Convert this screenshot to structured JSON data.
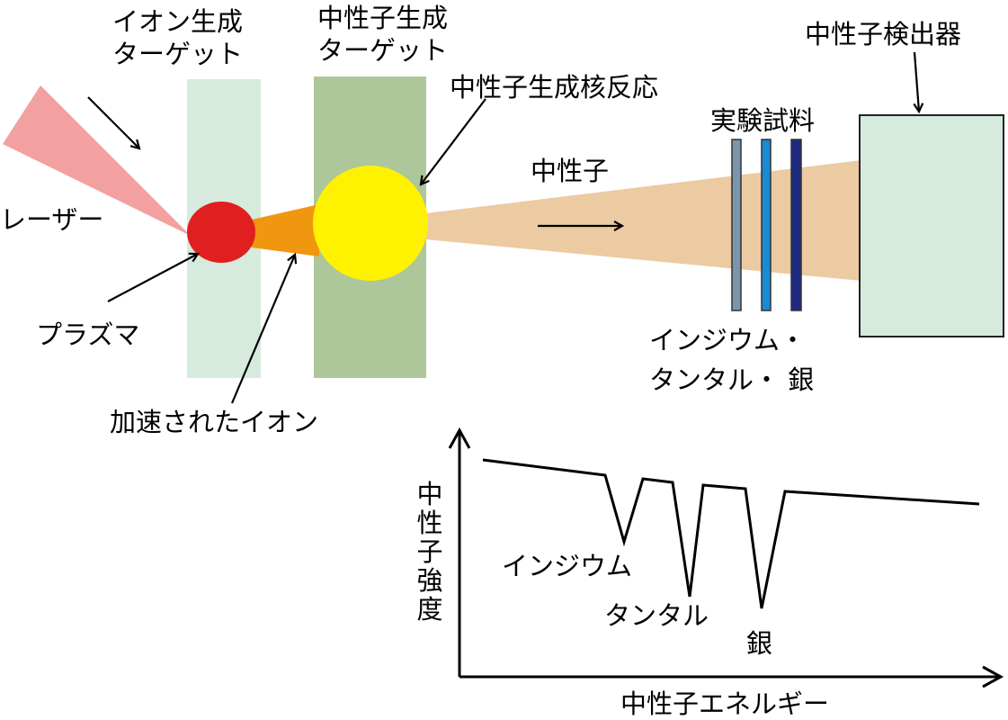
{
  "labels": {
    "ion_target_1": "イオン生成",
    "ion_target_2": "ターゲット",
    "neutron_target_1": "中性子生成",
    "neutron_target_2": "ターゲット",
    "detector": "中性子検出器",
    "reaction": "中性子生成核反応",
    "sample": "実験試料",
    "neutron": "中性子",
    "laser": "レーザー",
    "plasma": "プラズマ",
    "accelerated_ions": "加速されたイオン",
    "sample_names_1": "インジウム・",
    "sample_names_2": "タンタル・ 銀"
  },
  "spectrum": {
    "ylabel": "中性子強度",
    "xlabel": "中性子エネルギー",
    "dips": [
      {
        "label": "インジウム"
      },
      {
        "label": "タンタル"
      },
      {
        "label": "銀"
      }
    ]
  },
  "colors": {
    "laser": "#f2a0a0",
    "ion_target": "#d6ebdd",
    "neutron_target": "#adc79a",
    "plasma": "#e02020",
    "ion_beam": "#f0960f",
    "reaction": "#fff200",
    "neutron_beam": "#eccaa2",
    "detector": "#d6ebdd",
    "foil_1": "#7a96ac",
    "foil_2": "#1b8ad4",
    "foil_3": "#1e2a80"
  }
}
